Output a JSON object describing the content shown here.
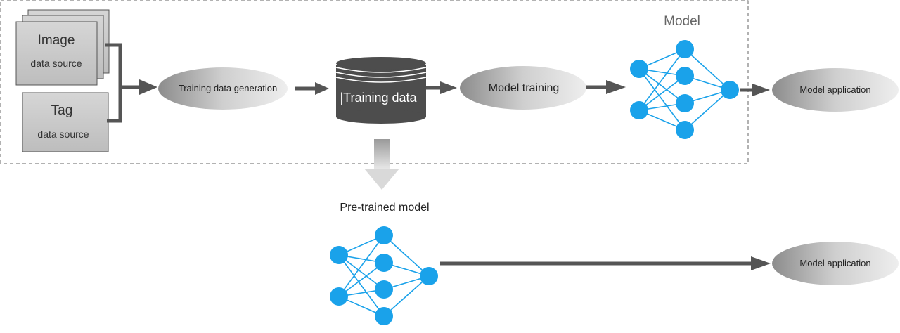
{
  "model_region": {
    "label": "Model"
  },
  "sources": {
    "image": {
      "title": "Image",
      "subtitle": "data source"
    },
    "tag": {
      "title": "Tag",
      "subtitle": "data source"
    }
  },
  "steps": {
    "generation": "Training data generation",
    "database": "|Training data",
    "training": "Model training",
    "application_top": "Model application",
    "application_bottom": "Model application"
  },
  "pretrained": {
    "label": "Pre-trained model"
  },
  "colors": {
    "node": "#1aa2ea",
    "edge": "#1aa2ea",
    "arrow": "#555555",
    "database": "#4d4d4d",
    "source_box": "#c4c4c4"
  }
}
